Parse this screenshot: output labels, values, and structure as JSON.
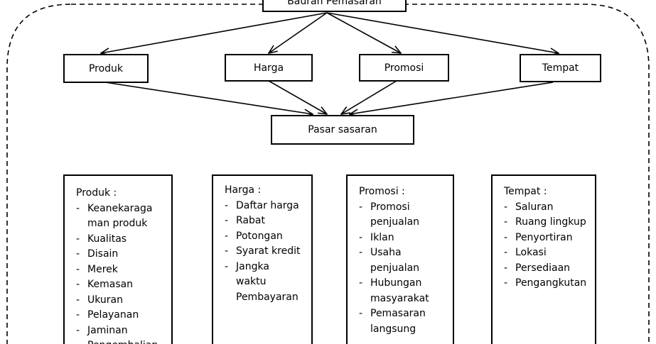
{
  "top": {
    "label": "Bauran Pemasaran"
  },
  "mix": [
    "Produk",
    "Harga",
    "Promosi",
    "Tempat"
  ],
  "target": {
    "label": "Pasar sasaran"
  },
  "details": [
    {
      "title": "Produk :",
      "items": [
        [
          "Keanekaraga",
          "man produk"
        ],
        [
          "Kualitas"
        ],
        [
          "Disain"
        ],
        [
          "Merek"
        ],
        [
          "Kemasan"
        ],
        [
          "Ukuran"
        ],
        [
          "Pelayanan"
        ],
        [
          "Jaminan"
        ],
        [
          "Pengembalian"
        ]
      ]
    },
    {
      "title": "Harga :",
      "items": [
        [
          "Daftar harga"
        ],
        [
          "Rabat"
        ],
        [
          "Potongan"
        ],
        [
          "Syarat kredit"
        ],
        [
          "Jangka",
          "waktu",
          "Pembayaran"
        ]
      ]
    },
    {
      "title": "Promosi :",
      "items": [
        [
          "Promosi",
          "penjualan"
        ],
        [
          "Iklan"
        ],
        [
          "Usaha",
          "penjualan"
        ],
        [
          "Hubungan",
          "masyarakat"
        ],
        [
          "Pemasaran",
          "langsung"
        ]
      ]
    },
    {
      "title": "Tempat :",
      "items": [
        [
          "Saluran"
        ],
        [
          "Ruang lingkup"
        ],
        [
          "Penyortiran"
        ],
        [
          "Lokasi"
        ],
        [
          "Persediaan"
        ],
        [
          "Pengangkutan"
        ]
      ]
    }
  ]
}
